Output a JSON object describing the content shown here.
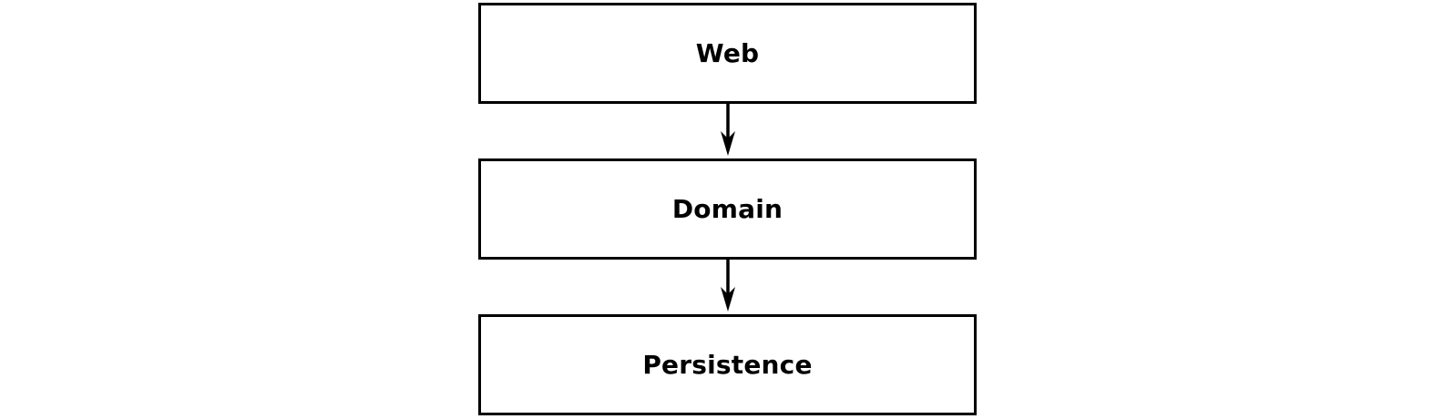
{
  "diagram": {
    "layers": [
      {
        "label": "Web"
      },
      {
        "label": "Domain"
      },
      {
        "label": "Persistence"
      }
    ],
    "connections": [
      {
        "from": "Web",
        "to": "Domain"
      },
      {
        "from": "Domain",
        "to": "Persistence"
      }
    ]
  }
}
